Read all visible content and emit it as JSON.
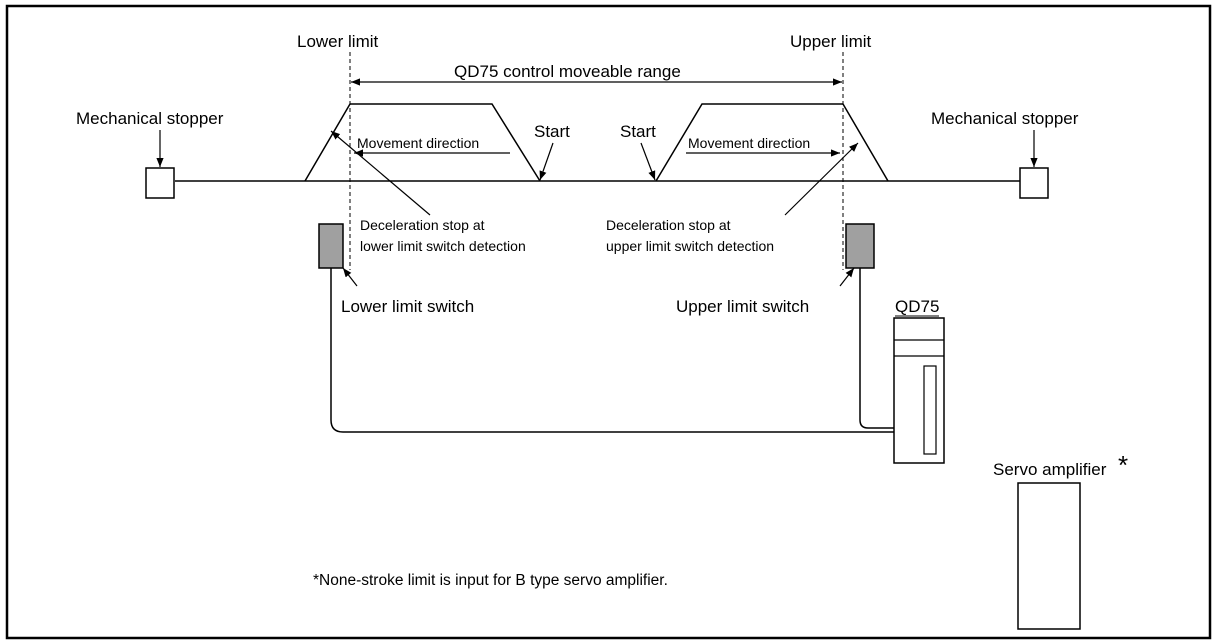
{
  "labels": {
    "lower_limit": "Lower limit",
    "upper_limit": "Upper limit",
    "range": "QD75 control moveable range",
    "mech_stopper_left": "Mechanical stopper",
    "mech_stopper_right": "Mechanical stopper",
    "start_left": "Start",
    "start_right": "Start",
    "movement_left": "Movement direction",
    "movement_right": "Movement direction",
    "decel_lower_1": "Deceleration stop at",
    "decel_lower_2": "lower limit switch detection",
    "decel_upper_1": "Deceleration stop at",
    "decel_upper_2": "upper limit switch detection",
    "lower_switch": "Lower limit switch",
    "upper_switch": "Upper limit switch",
    "qd75": "QD75",
    "servo_amp": "Servo amplifier",
    "servo_star": "*",
    "note": "*None-stroke limit is input for B type servo amplifier."
  },
  "colors": {
    "switch_fill": "#a0a0a0",
    "line": "#000000"
  }
}
